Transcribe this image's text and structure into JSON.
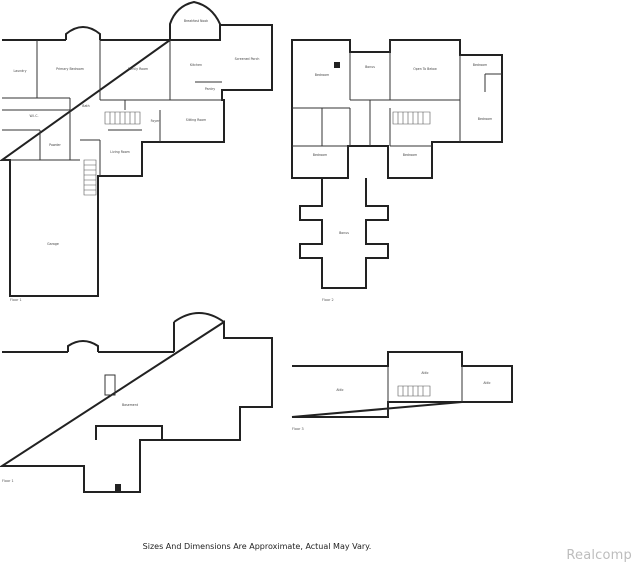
{
  "floors": {
    "floor1_label": "Floor 1",
    "floor2_label": "Floor 2",
    "basement_label": "Floor 1",
    "floor3_label": "Floor 3"
  },
  "rooms": {
    "breakfast_nook": "Breakfast Nook",
    "laundry": "Laundry",
    "primary_bedroom": "Primary Bedroom",
    "family_room": "Family Room",
    "kitchen": "Kitchen",
    "screened_porch": "Screened Porch",
    "pantry": "Pantry",
    "wic": "W.I.C.",
    "bath": "Bath",
    "powder": "Powder",
    "foyer": "Foyer",
    "sitting_room": "Sitting Room",
    "living_room": "Living Room",
    "garage": "Garage",
    "bedroom_1": "Bedroom",
    "bonus": "Bonus",
    "open_to_below": "Open To Below",
    "bedroom_2": "Bedroom",
    "bedroom_3": "Bedroom",
    "bedroom_4": "Bedroom",
    "bedroom_5": "Bedroom",
    "bonus_room": "Bonus",
    "basement": "Basement",
    "attic_1": "Attic",
    "attic_2": "Attic",
    "attic_3": "Attic"
  },
  "footer": {
    "disclaimer": "Sizes And Dimensions Are Approximate, Actual May Vary.",
    "watermark": "Realcomp"
  }
}
